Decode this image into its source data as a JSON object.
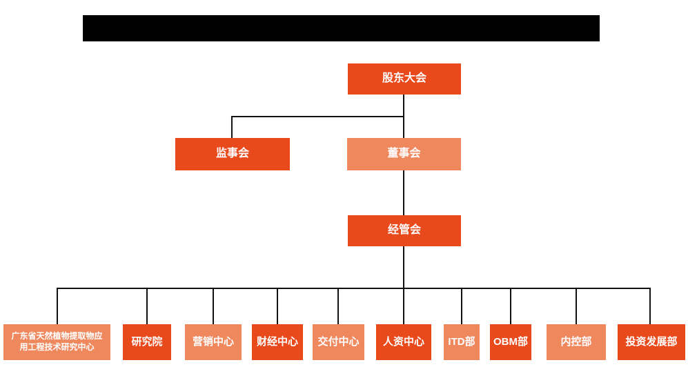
{
  "colors": {
    "primary": "#E94A1C",
    "secondary": "#F0885E",
    "connector": "#111111",
    "redaction": "#000000"
  },
  "org_chart": {
    "nodes": {
      "shareholders_meeting": {
        "label": "股东大会",
        "variant": "primary"
      },
      "supervisory_board": {
        "label": "监事会",
        "variant": "primary"
      },
      "board_of_directors": {
        "label": "董事会",
        "variant": "secondary"
      },
      "management_committee": {
        "label": "经管会",
        "variant": "primary"
      }
    },
    "departments": [
      {
        "label": "广东省天然植物提取物应用工程技术研究中心",
        "variant": "secondary"
      },
      {
        "label": "研究院",
        "variant": "primary"
      },
      {
        "label": "营销中心",
        "variant": "secondary"
      },
      {
        "label": "财经中心",
        "variant": "primary"
      },
      {
        "label": "交付中心",
        "variant": "secondary"
      },
      {
        "label": "人资中心",
        "variant": "primary"
      },
      {
        "label": "ITD部",
        "variant": "secondary"
      },
      {
        "label": "OBM部",
        "variant": "primary"
      },
      {
        "label": "内控部",
        "variant": "secondary"
      },
      {
        "label": "投资发展部",
        "variant": "primary"
      }
    ]
  }
}
